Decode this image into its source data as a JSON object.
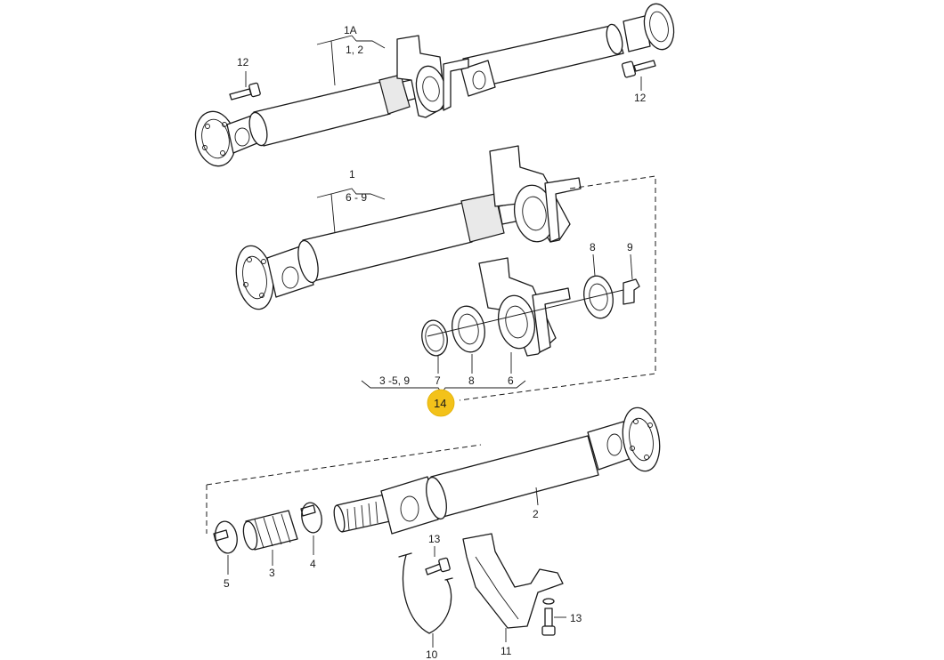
{
  "callouts": {
    "c1A": "1A",
    "c1A_sub": "1, 2",
    "c12_top": "12",
    "c12_right": "12",
    "c1": "1",
    "c1_sub": "6 - 9",
    "c8_top": "8",
    "c9_top": "9",
    "c3_5_9": "3 -5,  9",
    "c7": "7",
    "c8": "8",
    "c6": "6",
    "c14": "14",
    "c2": "2",
    "c5": "5",
    "c3": "3",
    "c4": "4",
    "c13_left": "13",
    "c13_right": "13",
    "c10": "10",
    "c11": "11"
  },
  "colors": {
    "line": "#1a1a1a",
    "highlight": "#f3c21a"
  }
}
